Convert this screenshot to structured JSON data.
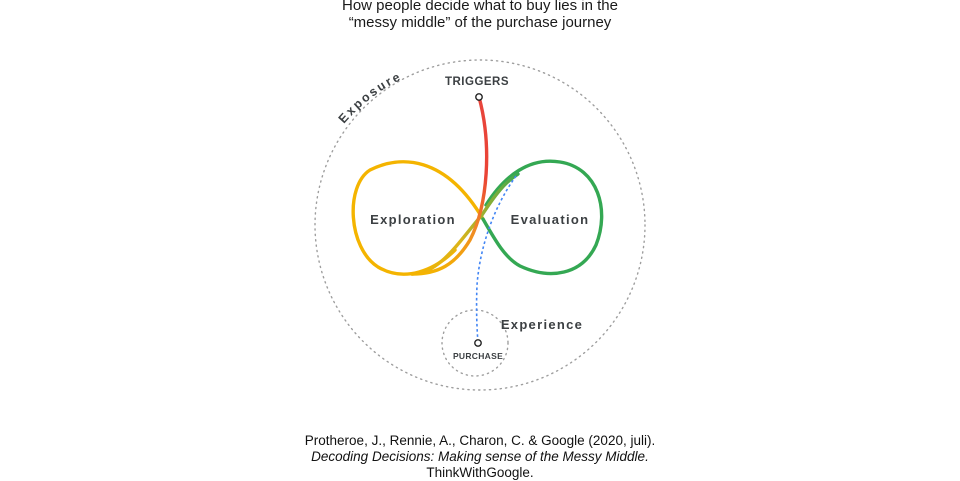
{
  "title": {
    "line1": "How people decide what to buy lies in the",
    "line2": "“messy middle” of the purchase journey"
  },
  "diagram": {
    "exposure_label": "Exposure",
    "triggers_label": "TRIGGERS",
    "exploration_label": "Exploration",
    "evaluation_label": "Evaluation",
    "experience_label": "Experience",
    "purchase_label": "PURCHASE",
    "colors": {
      "exploration_loop": "#f4b400",
      "evaluation_loop": "#34a853",
      "trigger_path": "#ea4335",
      "purchase_path": "#4285f4",
      "dotted_circles": "#9e9e9e",
      "label_text": "#3c4043"
    }
  },
  "citation": {
    "line1": "Protheroe, J., Rennie, A., Charon, C. & Google (2020, juli).",
    "line2": "Decoding Decisions: Making sense of the Messy Middle.",
    "line3": "ThinkWithGoogle."
  }
}
